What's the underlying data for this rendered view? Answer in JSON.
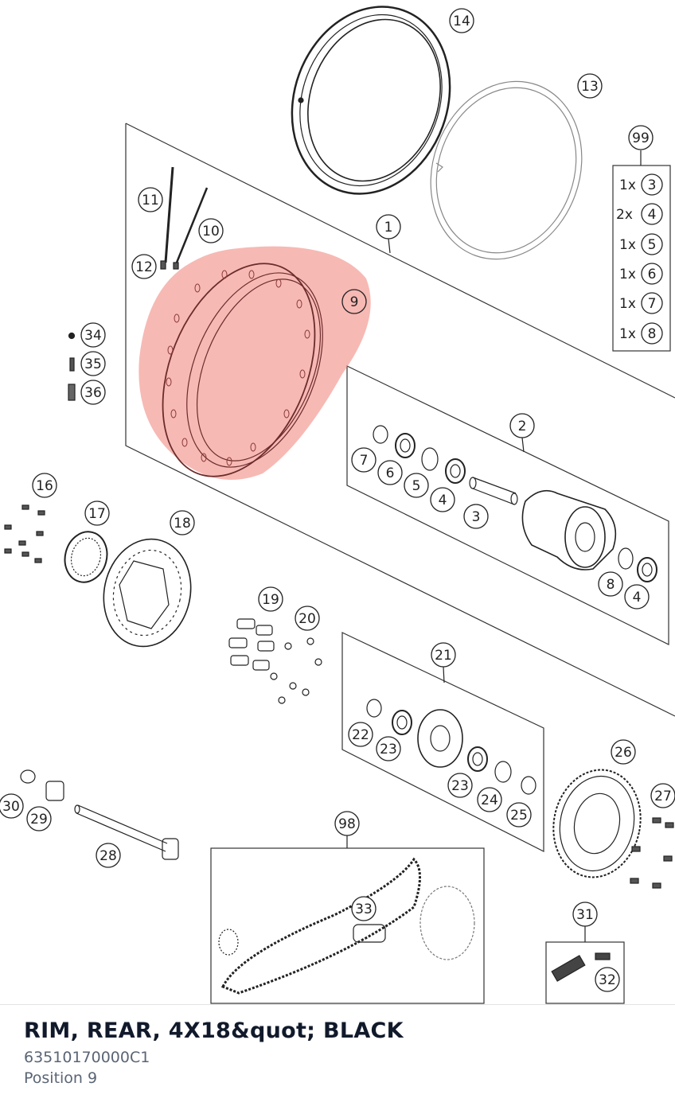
{
  "diagram": {
    "callouts": {
      "c1": "1",
      "c2": "2",
      "c3": "3",
      "c4a": "4",
      "c4b": "4",
      "c5": "5",
      "c6": "6",
      "c7": "7",
      "c8": "8",
      "c9": "9",
      "c10": "10",
      "c11": "11",
      "c12": "12",
      "c13": "13",
      "c14": "14",
      "c16": "16",
      "c17": "17",
      "c18": "18",
      "c19": "19",
      "c20": "20",
      "c21": "21",
      "c22": "22",
      "c23a": "23",
      "c23b": "23",
      "c24": "24",
      "c25": "25",
      "c26": "26",
      "c27": "27",
      "c28": "28",
      "c29": "29",
      "c30": "30",
      "c31": "31",
      "c32": "32",
      "c33": "33",
      "c34": "34",
      "c35": "35",
      "c36": "36",
      "c98": "98",
      "c99": "99"
    },
    "kit_99": [
      {
        "qty": "1x",
        "part": "3"
      },
      {
        "qty": "2x",
        "part": "4"
      },
      {
        "qty": "1x",
        "part": "5"
      },
      {
        "qty": "1x",
        "part": "6"
      },
      {
        "qty": "1x",
        "part": "7"
      },
      {
        "qty": "1x",
        "part": "8"
      }
    ],
    "highlight_color": "#f28b82"
  },
  "selected_part": {
    "title": "RIM, REAR, 4X18&quot; BLACK",
    "number": "63510170000C1",
    "position": "Position 9"
  }
}
